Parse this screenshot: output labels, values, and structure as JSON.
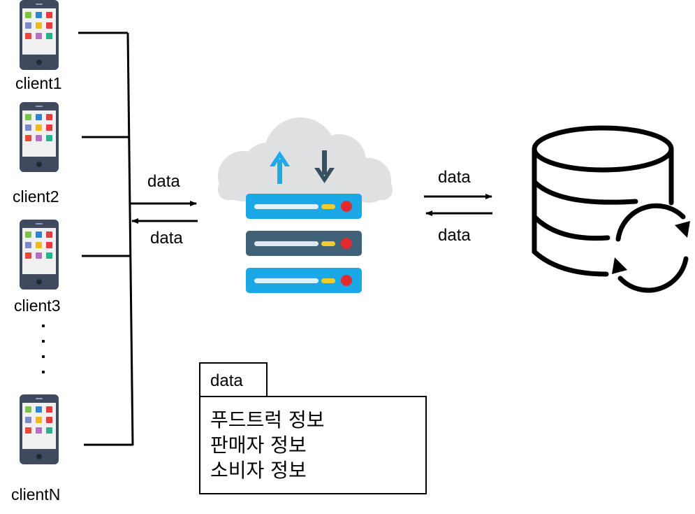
{
  "clients": [
    {
      "label": "client1",
      "icon": "smartphone-icon"
    },
    {
      "label": "client2",
      "icon": "smartphone-icon"
    },
    {
      "label": "client3",
      "icon": "smartphone-icon"
    },
    {
      "label": "clientN",
      "icon": "smartphone-icon"
    }
  ],
  "client_flow": {
    "to_server_label": "data",
    "from_server_label": "data"
  },
  "server": {
    "icon": "cloud-server-icon",
    "upload_icon": "arrow-up-icon",
    "download_icon": "arrow-down-icon"
  },
  "db_flow": {
    "to_db_label": "data",
    "from_db_label": "data"
  },
  "database": {
    "icon": "database-sync-icon"
  },
  "data_box": {
    "tab": "data",
    "lines": [
      "푸드트럭 정보",
      "판매자 정보",
      "소비자 정보"
    ]
  },
  "colors": {
    "phone_body": "#3f4a5e",
    "phone_screen": "#f0f0f0",
    "cloud": "#dfe0e2",
    "server_light": "#1aa8e6",
    "server_dark": "#3f6178",
    "arrow_up": "#1ea9e9",
    "arrow_down": "#37505f",
    "led_yellow": "#f1cc2a",
    "led_red": "#e22a2e"
  }
}
